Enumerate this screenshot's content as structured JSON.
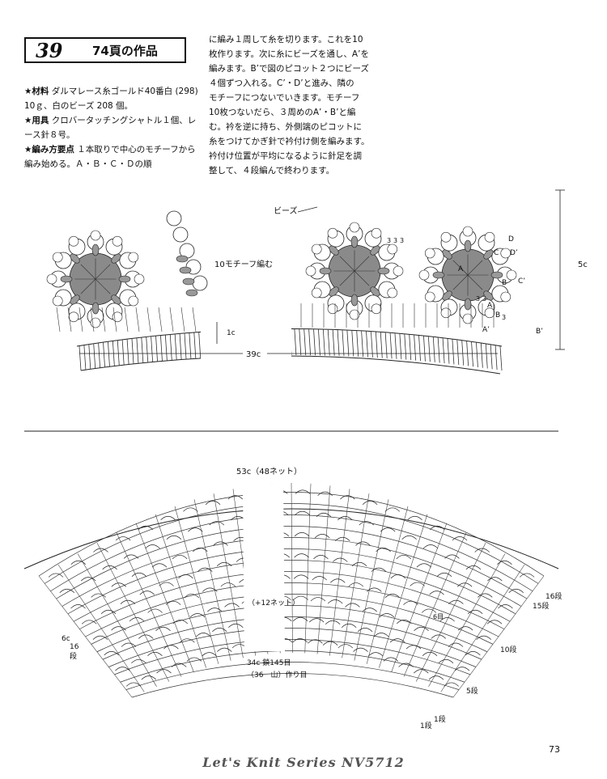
{
  "header": {
    "pattern_number": "39",
    "pattern_title": "74頁の作品"
  },
  "materials": {
    "label": "★材料",
    "text": "ダルマレース糸ゴールド40番白 (298) 10ｇ、白のビーズ 208 個。"
  },
  "tools": {
    "label": "★用具",
    "text": "クロバータッチングシャトル１個、レース針８号。"
  },
  "method": {
    "label": "★編み方要点",
    "text": "１本取りで中心のモチーフから編み始める。Ａ・Ｂ・Ｃ・Ｄの順"
  },
  "method_continued": [
    "に編み１周して糸を切ります。これを10",
    "枚作ります。次に糸にビーズを通し、A’を",
    "編みます。B’で図のピコット２つにビーズ",
    "４個ずつ入れる。C’・D’と進み、隣の",
    "モチーフにつないでいきます。モチーフ",
    "10枚つないだら、３周めのA’・B’と編",
    "む。衿を逆に持ち、外側端のピコットに",
    "糸をつけてかぎ針で衿付け側を編みます。",
    "衿付け位置が平均になるように針足を調",
    "整して、４段編んで終わります。"
  ],
  "diagram_top": {
    "motifs_label": "10モチーフ編む",
    "beads_label": "ビーズ",
    "height_label": "5c",
    "width_label": "39c",
    "band_label": "1c",
    "motif_letters": [
      "A",
      "B",
      "C",
      "D",
      "D’",
      "C’",
      "B’",
      "A’",
      "A",
      "B"
    ],
    "count_labels": [
      "3",
      "3",
      "3",
      "3",
      "3",
      "3"
    ]
  },
  "diagram_bottom": {
    "top_label": "53c（48ネット）",
    "center_label": "（+12ネット）",
    "base_label_1": "34c 鎖145目",
    "base_label_2": "（36　山）作り目",
    "left_label_a": "6c",
    "left_label_b": "16",
    "left_label_c": "段",
    "row_labels": [
      "16段",
      "15段",
      "10段",
      "5段",
      "1段",
      "1段"
    ],
    "inner_label": "6目"
  },
  "footer": {
    "series": "Let's Knit Series NV5712",
    "page_number": "73"
  }
}
